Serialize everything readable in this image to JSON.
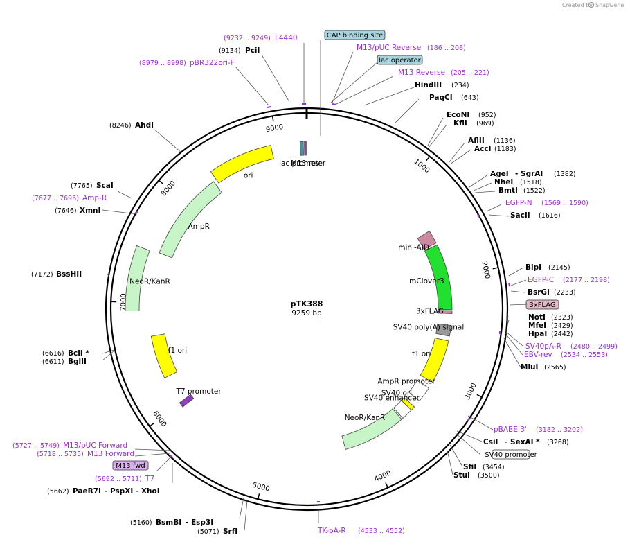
{
  "branding": {
    "created_by": "Created by",
    "product": "SnapGene"
  },
  "plasmid": {
    "name": "pTK388",
    "size": "9259 bp",
    "length": 9259
  },
  "ruler_ticks": [
    {
      "pos": 1000,
      "label": "1000"
    },
    {
      "pos": 2000,
      "label": "2000"
    },
    {
      "pos": 3000,
      "label": "3000"
    },
    {
      "pos": 4000,
      "label": "4000"
    },
    {
      "pos": 5000,
      "label": "5000"
    },
    {
      "pos": 6000,
      "label": "6000"
    },
    {
      "pos": 7000,
      "label": "7000"
    },
    {
      "pos": 8000,
      "label": "8000"
    },
    {
      "pos": 9000,
      "label": "9000"
    }
  ],
  "features": [
    {
      "name": "lac promoter",
      "start": 9200,
      "end": 9229,
      "color": "#4c8f98",
      "ring": "inner"
    },
    {
      "name": "M13 rev",
      "start": 9238,
      "end": 9255,
      "color": "#8e3fbf",
      "ring": "inner"
    },
    {
      "name": "ori",
      "start": 8360,
      "end": 8940,
      "color": "#ffff00",
      "ring": "inner"
    },
    {
      "name": "AmpR",
      "start": 7480,
      "end": 8330,
      "color": "#c8f5c8",
      "ring": "middle"
    },
    {
      "name": "NeoR/KanR",
      "start": 6930,
      "end": 7470,
      "color": "#c8f5c8",
      "ring": "outer"
    },
    {
      "name": "f1 ori",
      "start": 6280,
      "end": 6690,
      "color": "#ffff00",
      "ring": "middle"
    },
    {
      "name": "T7 promoter",
      "start": 5960,
      "end": 6010,
      "color": "#8e3fbf",
      "ring": "middle"
    },
    {
      "name": "mini-AID",
      "start": 1480,
      "end": 1620,
      "color": "#cc8aa0",
      "ring": "inner"
    },
    {
      "name": "mClover3",
      "start": 1640,
      "end": 2320,
      "color": "#22e030",
      "ring": "inner"
    },
    {
      "name": "3xFLAG",
      "start": 2330,
      "end": 2360,
      "color": "#cc8aa0",
      "ring": "inner"
    },
    {
      "name": "SV40 poly(A) signal",
      "start": 2480,
      "end": 2590,
      "color": "#999999",
      "ring": "inner"
    },
    {
      "name": "f1 ori",
      "start": 2640,
      "end": 3090,
      "color": "#ffff00",
      "ring": "inner"
    },
    {
      "name": "AmpR promoter",
      "start": 3160,
      "end": 3320,
      "color": "#ffffff",
      "ring": "inner"
    },
    {
      "name": "SV40 ori",
      "start": 3400,
      "end": 3445,
      "color": "#ffff00",
      "ring": "inner"
    },
    {
      "name": "SV40 enhancer",
      "start": 3445,
      "end": 3565,
      "color": "#ffffff",
      "ring": "inner"
    },
    {
      "name": "NeoR/KanR",
      "start": 3580,
      "end": 4230,
      "color": "#c8f5c8",
      "ring": "inner"
    }
  ],
  "restriction_sites": [
    {
      "name": "PciI",
      "pos": "(9134)"
    },
    {
      "name": "AhdI",
      "pos": "(8246)"
    },
    {
      "name": "ScaI",
      "pos": "(7765)"
    },
    {
      "name": "XmnI",
      "pos": "(7646)"
    },
    {
      "name": "BssHII",
      "pos": "(7172)"
    },
    {
      "name": "BclI *",
      "pos": "(6616)"
    },
    {
      "name": "BglII",
      "pos": "(6611)"
    },
    {
      "name": "PaeR7I",
      "pos": "(5662)",
      "extra": "- PspXI   - XhoI"
    },
    {
      "name": "BsmBI",
      "pos": "(5160)",
      "extra": "- Esp3I"
    },
    {
      "name": "SrfI",
      "pos": "(5071)"
    },
    {
      "name": "HindIII",
      "pos": "(234)"
    },
    {
      "name": "PaqCI",
      "pos": "(643)"
    },
    {
      "name": "EcoNI",
      "pos": "(952)"
    },
    {
      "name": "KflI",
      "pos": "(969)"
    },
    {
      "name": "AflII",
      "pos": "(1136)"
    },
    {
      "name": "AccI",
      "pos": "(1183)"
    },
    {
      "name": "AgeI",
      "pos": "(1382)",
      "extra": "- SgrAI"
    },
    {
      "name": "NheI",
      "pos": "(1518)"
    },
    {
      "name": "BmtI",
      "pos": "(1522)"
    },
    {
      "name": "SacII",
      "pos": "(1616)"
    },
    {
      "name": "BlpI",
      "pos": "(2145)"
    },
    {
      "name": "BsrGI",
      "pos": "(2233)"
    },
    {
      "name": "NotI",
      "pos": "(2323)"
    },
    {
      "name": "MfeI",
      "pos": "(2429)"
    },
    {
      "name": "HpaI",
      "pos": "(2442)"
    },
    {
      "name": "MluI",
      "pos": "(2565)"
    },
    {
      "name": "CsiI",
      "pos": "(3268)",
      "extra": "- SexAI *"
    },
    {
      "name": "SfiI",
      "pos": "(3454)"
    },
    {
      "name": "StuI",
      "pos": "(3500)"
    }
  ],
  "primers": [
    {
      "name": "L4440",
      "pos": "(9232 .. 9249)"
    },
    {
      "name": "pBR322ori-F",
      "pos": "(8979 .. 8998)"
    },
    {
      "name": "M13/pUC Reverse",
      "pos": "(186 .. 208)"
    },
    {
      "name": "M13 Reverse",
      "pos": "(205 .. 221)"
    },
    {
      "name": "Amp-R",
      "pos": "(7677 .. 7696)"
    },
    {
      "name": "EGFP-N",
      "pos": "(1569 .. 1590)"
    },
    {
      "name": "EGFP-C",
      "pos": "(2177 .. 2198)"
    },
    {
      "name": "SV40pA-R",
      "pos": "(2480 .. 2499)"
    },
    {
      "name": "EBV-rev",
      "pos": "(2534 .. 2553)"
    },
    {
      "name": "pBABE 3'",
      "pos": "(3182 .. 3202)"
    },
    {
      "name": "M13/pUC Forward",
      "pos": "(5727 .. 5749)"
    },
    {
      "name": "M13 Forward",
      "pos": "(5718 .. 5735)"
    },
    {
      "name": "T7",
      "pos": "(5692 .. 5711)"
    },
    {
      "name": "TK-pA-R",
      "pos": "(4533 .. 4552)"
    }
  ],
  "boxed_labels": [
    {
      "name": "CAP binding site",
      "fill": "#a8d4de"
    },
    {
      "name": "lac operator",
      "fill": "#a8d4de"
    },
    {
      "name": "3xFLAG",
      "fill": "#e0b8c6"
    },
    {
      "name": "SV40 promoter",
      "fill": "#ffffff"
    },
    {
      "name": "M13 fwd",
      "fill": "#d8b0ea"
    }
  ]
}
